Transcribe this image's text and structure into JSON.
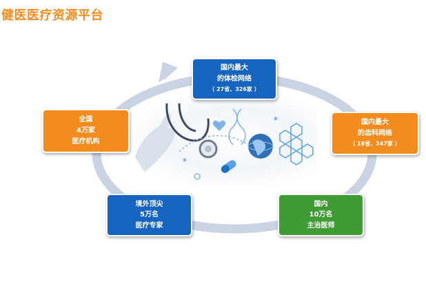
{
  "title": "健医医疗资源平台",
  "colors": {
    "title": "#f28c1e",
    "blue": "#1565c0",
    "orange": "#f28c1e",
    "green": "#3f9c35",
    "ring": "#c9d3e3"
  },
  "cards": {
    "top": {
      "line1": "国内最大",
      "line2": "的体检网络",
      "line3": "（ 27省、326家 ）"
    },
    "right": {
      "line1": "国内最大",
      "line2": "的齿科网络",
      "line3": "（ 18省、247家 ）"
    },
    "left": {
      "line1": "全国",
      "line2": "4万家",
      "line3": "医疗机构"
    },
    "bottom_left": {
      "line1": "境外顶尖",
      "line2": "5万名",
      "line3": "医疗专家"
    },
    "bottom_right": {
      "line1": "国内",
      "line2": "10万名",
      "line3": "主治医师"
    }
  },
  "hero_icons": [
    "stethoscope-icon",
    "globe-icon",
    "hexagon-network-icon",
    "pill-icon",
    "heart-icon",
    "dna-icon"
  ]
}
